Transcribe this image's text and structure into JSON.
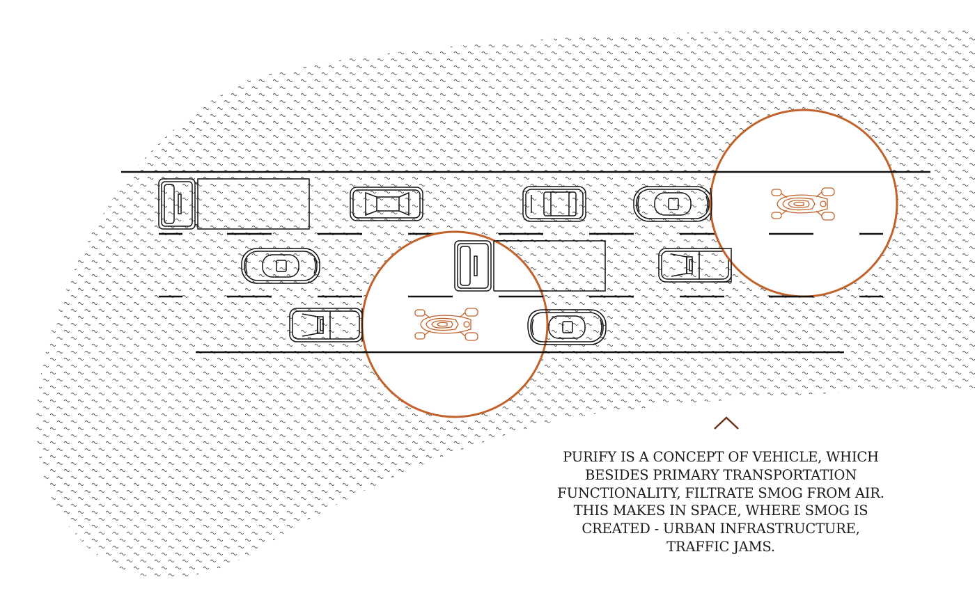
{
  "caption": {
    "lines": [
      "PURIFY IS A CONCEPT OF VEHICLE, WHICH",
      "BESIDES PRIMARY TRANSPORTATION",
      "FUNCTIONALITY, FILTRATE SMOG FROM AIR.",
      "THIS MAKES IN SPACE, WHERE SMOG IS",
      "CREATED - URBAN INFRASTRUCTURE,",
      "TRAFFIC JAMS."
    ]
  },
  "colors": {
    "accent": "#c2622a",
    "chevron": "#6b2e12",
    "line": "#111111",
    "smog": "#4a4a4a"
  },
  "icons": {
    "scroll_up": "chevron-up-icon"
  }
}
